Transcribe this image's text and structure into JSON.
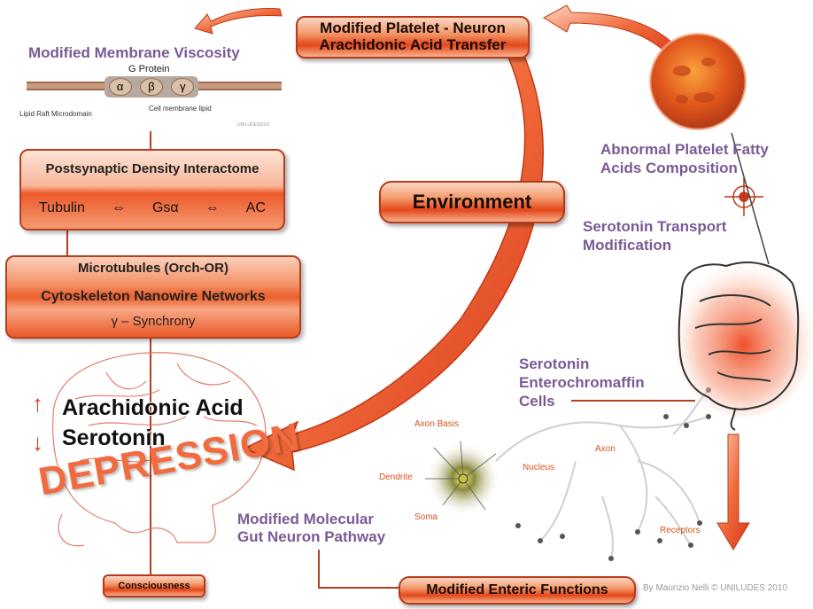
{
  "title_box": {
    "line1": "Modified Platelet - Neuron",
    "line2": "Arachidonic Acid Transfer"
  },
  "environment_label": "Environment",
  "membrane": {
    "heading": "Modified Membrane Viscosity",
    "g_protein": "G Protein",
    "alpha": "α",
    "beta": "β",
    "gamma": "γ",
    "lipid_raft": "Lipid Raft Microdomain",
    "cell_lipid": "Cell membrane lipid",
    "credit": "UNILUDES2010"
  },
  "psd_box": {
    "title": "Postsynaptic Density Interactome",
    "tubulin": "Tubulin",
    "arrow1": "⇔",
    "gs": "Gsα",
    "arrow2": "⇔",
    "ac": "AC"
  },
  "micro_box": {
    "line1": "Microtubules (Orch-OR)",
    "line2": "Cytoskeleton Nanowire Networks",
    "line3": "γ – Synchrony"
  },
  "brain": {
    "up_arrow": "↑",
    "down_arrow": "↓",
    "arachidonic": "Arachidonic Acid",
    "serotonin": "Serotonin",
    "depression": "DEPRESSION"
  },
  "consciousness": "Consciousness",
  "platelet_label": {
    "line1": "Abnormal Platelet Fatty",
    "line2": "Acids Composition"
  },
  "transport_label": {
    "line1": "Serotonin Transport",
    "line2": "Modification"
  },
  "ec_label": {
    "line1": "Serotonin",
    "line2": "Enterochromaffin",
    "line3": "Cells"
  },
  "neuron": {
    "axon_basis": "Axon Basis",
    "dendrite": "Dendrite",
    "nucleus": "Nucleus",
    "soma": "Soma",
    "axon": "Axon",
    "receptors": "Receptors"
  },
  "gut_pathway": {
    "line1": "Modified Molecular",
    "line2": "Gut Neuron Pathway"
  },
  "enteric_box": "Modified Enteric Functions",
  "footer_credit": "By Maurizio Nelli © UNILUDES 2010",
  "colors": {
    "accent": "#e4471a",
    "purple": "#7a5a96",
    "dark_red": "#b83a18"
  }
}
